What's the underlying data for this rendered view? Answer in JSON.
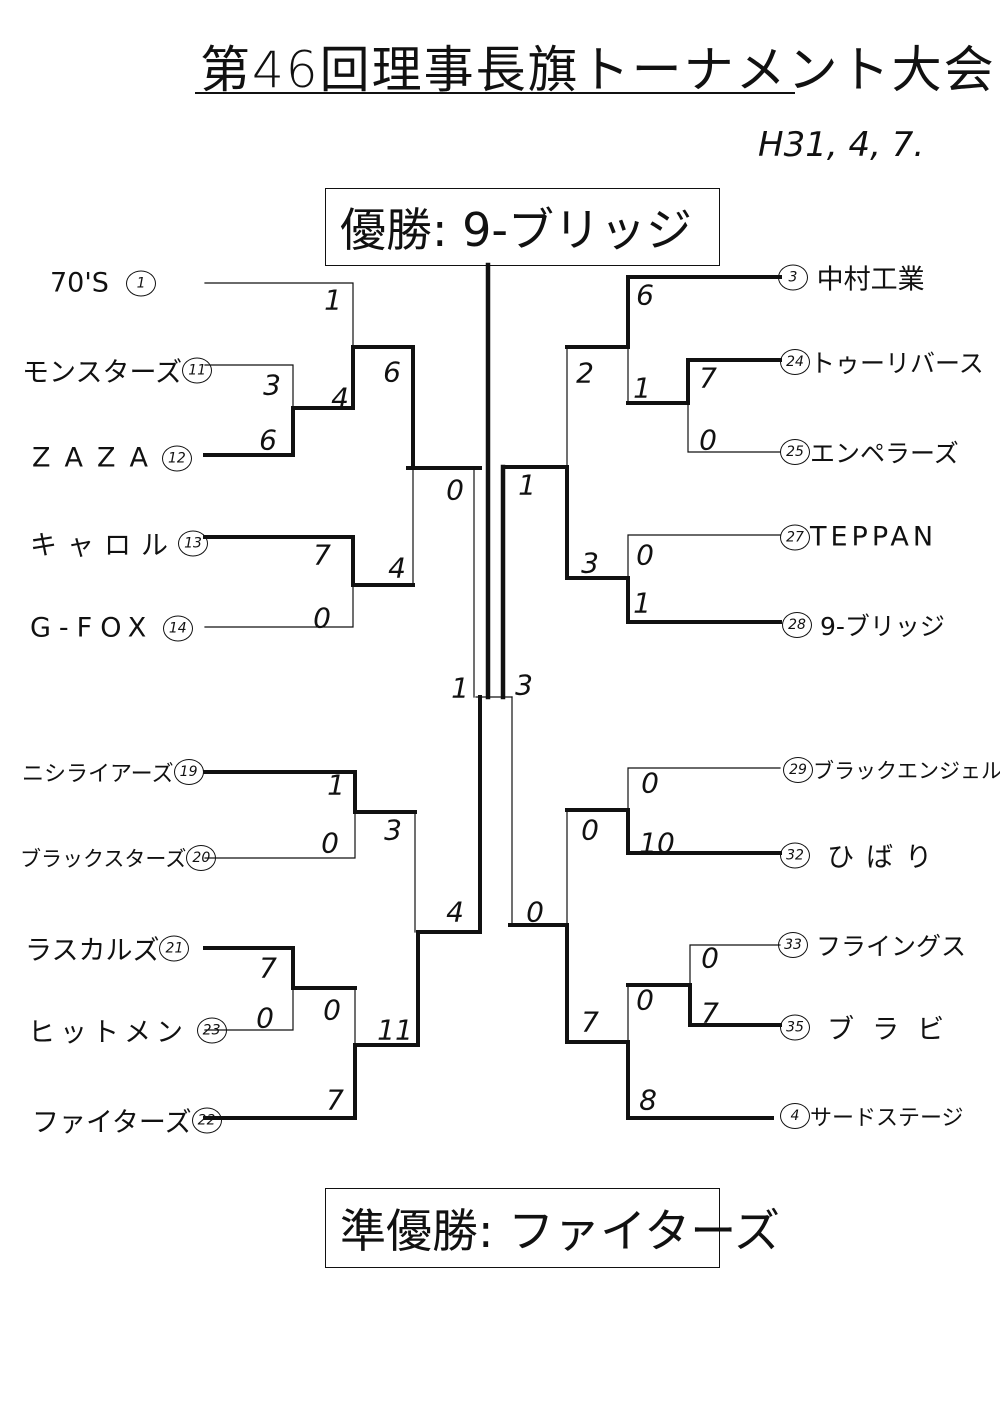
{
  "title": "第46回理事長旗トーナメント大会",
  "date": "H31, 4, 7.",
  "champion": {
    "label": "優勝:",
    "team": "9-ブリッジ"
  },
  "runner_up": {
    "label": "準優勝:",
    "team": "ファイターズ"
  },
  "left_teams": [
    {
      "seed": "1",
      "name": "70'S"
    },
    {
      "seed": "11",
      "name": "モンスターズ"
    },
    {
      "seed": "12",
      "name": "ZAZA"
    },
    {
      "seed": "13",
      "name": "キャロル"
    },
    {
      "seed": "14",
      "name": "G-FOX"
    },
    {
      "seed": "19",
      "name": "ニシライアーズ"
    },
    {
      "seed": "20",
      "name": "ブラックスターズ"
    },
    {
      "seed": "21",
      "name": "ラスカルズ"
    },
    {
      "seed": "23",
      "name": "ヒットメン"
    },
    {
      "seed": "22",
      "name": "ファイターズ"
    }
  ],
  "right_teams": [
    {
      "seed": "3",
      "name": "中村工業"
    },
    {
      "seed": "24",
      "name": "トゥーリバース"
    },
    {
      "seed": "25",
      "name": "エンペラーズ"
    },
    {
      "seed": "27",
      "name": "TEPPAN"
    },
    {
      "seed": "28",
      "name": "9-ブリッジ"
    },
    {
      "seed": "29",
      "name": "ブラックエンジェル"
    },
    {
      "seed": "32",
      "name": "ひばり"
    },
    {
      "seed": "33",
      "name": "フライングス"
    },
    {
      "seed": "35",
      "name": "ブラビ"
    },
    {
      "seed": "4",
      "name": "サードステージ"
    }
  ],
  "scores": [
    "1",
    "3",
    "6",
    "4",
    "6",
    "7",
    "0",
    "4",
    "0",
    "1",
    "0",
    "3",
    "7",
    "0",
    "0",
    "11",
    "7",
    "4",
    "1",
    "3",
    "1",
    "2",
    "6",
    "1",
    "7",
    "0",
    "3",
    "0",
    "1",
    "0",
    "0",
    "0",
    "10",
    "7",
    "0",
    "0",
    "7",
    "8"
  ]
}
